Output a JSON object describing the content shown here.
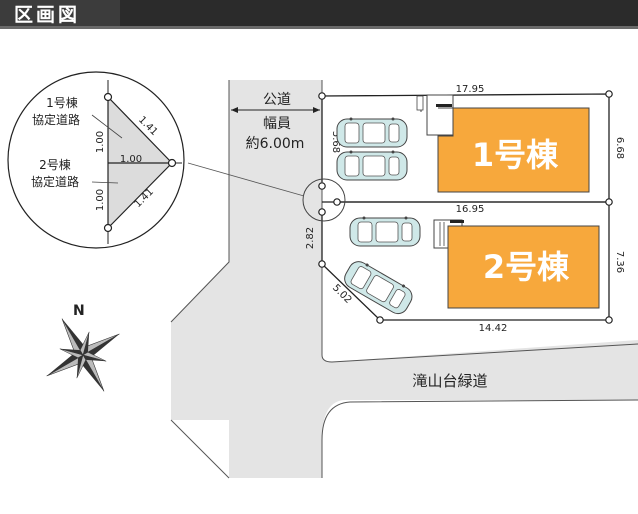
{
  "header": {
    "title": "区画図"
  },
  "public_road": {
    "line1": "公道",
    "line2": "幅員",
    "line3": "約6.00m"
  },
  "lower_road": {
    "name": "滝山台緑道"
  },
  "houses": [
    {
      "label": "1号棟"
    },
    {
      "label": "2号棟"
    }
  ],
  "dimensions": {
    "top": "17.95",
    "middle": "16.95",
    "bottom": "14.42",
    "left_upper": "5.68",
    "left_lower": "2.82",
    "diagonal": "5.02",
    "right_upper": "6.68",
    "right_lower": "7.36"
  },
  "inset": {
    "house1_road_line1": "1号棟",
    "house1_road_line2": "協定道路",
    "house2_road_line1": "2号棟",
    "house2_road_line2": "協定道路",
    "dim_upper_diag": "1.41",
    "dim_lower_diag": "1.41",
    "dim_upper_vertical": "1.00",
    "dim_lower_vertical": "1.00",
    "dim_horizontal": "1.00"
  },
  "compass": {
    "north_label": "N"
  },
  "colors": {
    "header_bg": "#3a3a3a",
    "road_fill": "#e3e3e3",
    "house_fill": "#f7a83c",
    "car_fill": "#cfe8e8",
    "line": "#222222"
  }
}
